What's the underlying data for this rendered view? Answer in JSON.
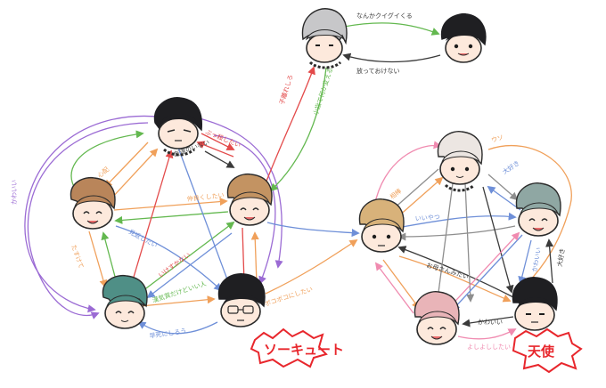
{
  "colors": {
    "purple": "#9b6bd4",
    "green": "#63b84f",
    "orange": "#f0a05a",
    "blue": "#6e8fd8",
    "red": "#e34a4a",
    "gray": "#8e8e8e",
    "dark": "#3a3a3a",
    "pink": "#f08bb0",
    "badge_red": "#e8262c"
  },
  "groups": {
    "left_badge": "ソーキュート",
    "right_badge": "天使"
  },
  "labels": {
    "g1": "なんかクイグイくる",
    "g2": "放っておけない",
    "c1": "子離れしろ",
    "c2": "小指で何か変える",
    "m1": "友達のいない",
    "m2": "ぶっ殺したい",
    "l1": "ボコボコにしたい",
    "l2": "早死にしろう",
    "l3": "漢気質だけどいい人",
    "l4": "見返したい",
    "l5": "いけすかない",
    "l6": "仲良くしたい",
    "l7": "心配",
    "l8": "たすけて",
    "l9": "かわいい",
    "r1": "ウソ",
    "r2": "大好き",
    "r3": "いいやつ",
    "r4": "相棒",
    "r5": "かわいい",
    "r6": "大好き",
    "r7": "お母さんみたい",
    "r8": "かわいい",
    "r9": "よしよししたい"
  }
}
